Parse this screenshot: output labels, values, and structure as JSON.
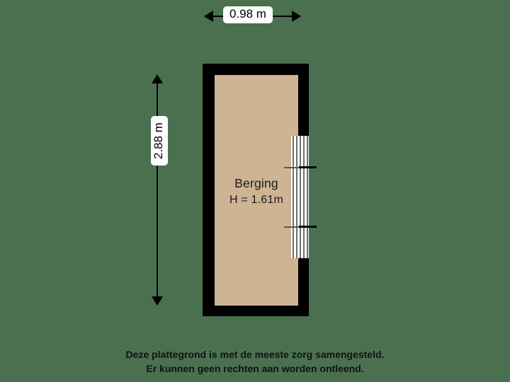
{
  "canvas": {
    "background_color": "#4a7050",
    "floor_color": "#ceb493",
    "wall_color": "#000000",
    "window_color": "#ffffff"
  },
  "room": {
    "name": "Berging",
    "height_label": "H = 1.61m"
  },
  "dimensions": {
    "width_label": "0.98 m",
    "height_label": "2.88 m"
  },
  "footer": {
    "line1": "Deze plattegrond is met de meeste zorg samengesteld.",
    "line2": "Er kunnen geen rechten aan worden ontleend."
  }
}
